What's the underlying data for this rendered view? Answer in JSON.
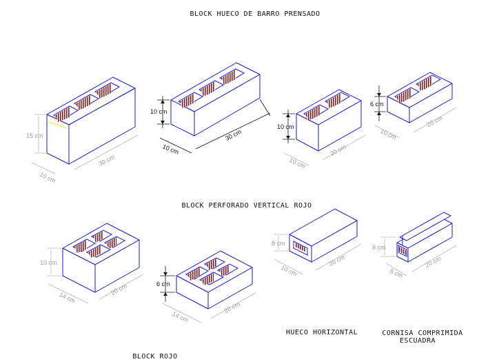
{
  "titles": {
    "main": "BLOCK HUECO DE BARRO PRENSADO",
    "perforado": "BLOCK PERFORADO VERTICAL ROJO",
    "rojo": "BLOCK ROJO",
    "hueco_horizontal": "HUECO HORIZONTAL",
    "cornisa_line1": "CORNISA COMPRIMIDA",
    "cornisa_line2": "ESCUADRA"
  },
  "blocks": {
    "block1": {
      "height": "15 cm",
      "width": "10 cm",
      "length": "30 cm"
    },
    "block2": {
      "height": "10 cm",
      "width": "10 cm",
      "length": "30 cm"
    },
    "block3": {
      "height": "10 cm",
      "width": "10 cm",
      "length": "20 cm"
    },
    "block4": {
      "height": "6 cm",
      "width": "10 cm",
      "length": "20 cm"
    },
    "block5": {
      "height": "10 cm",
      "width": "14 cm",
      "length": "20 cm"
    },
    "block6": {
      "height": "6 cm",
      "width": "14 cm",
      "length": "20 cm"
    },
    "block7": {
      "height": "8 cm",
      "width": "10 cm",
      "length": "20 cm"
    },
    "block8": {
      "height": "8 cm",
      "width": "8 cm",
      "length": "20 cm"
    }
  },
  "colors": {
    "edge": "#1a1ad0",
    "hatch": "#8b1a1a",
    "dimension": "#9a9a9a"
  }
}
